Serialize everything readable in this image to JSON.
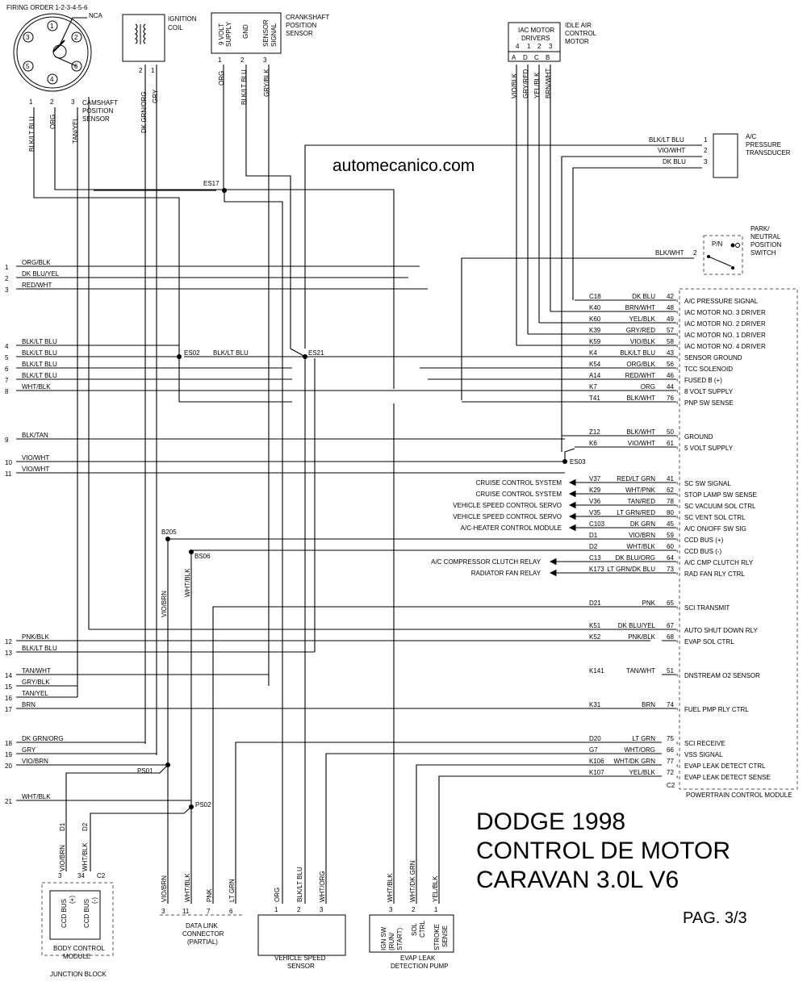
{
  "firing_order": "FIRING ORDER 1-2-3-4-5-6",
  "nca": "NCA",
  "cylinders": [
    "1",
    "2",
    "3",
    "4",
    "5",
    "6"
  ],
  "watermark": "automecanico.com",
  "title": [
    "DODGE 1998",
    "CONTROL DE MOTOR",
    "CARAVAN 3.0L V6"
  ],
  "page": "PAG. 3/3",
  "ignition_coil": {
    "label": [
      "IGNITION",
      "COIL"
    ],
    "pins": [
      "2",
      "1"
    ],
    "wires": [
      "DK GRN/ORG",
      "GRY"
    ]
  },
  "camshaft_sensor": {
    "label": [
      "CAMSHAFT",
      "POSITION",
      "SENSOR"
    ],
    "pins": [
      "1",
      "2",
      "3"
    ],
    "wires": [
      "BLK/LT BLU",
      "ORG",
      "TAN/YEL"
    ]
  },
  "crankshaft_sensor": {
    "label": [
      "CRANKSHAFT",
      "POSITION",
      "SENSOR"
    ],
    "pins": [
      "1",
      "2",
      "3"
    ],
    "headers": [
      [
        "9 VOLT",
        "SUPPLY"
      ],
      [
        "GND"
      ],
      [
        "SENSOR",
        "SIGNAL"
      ]
    ],
    "wires": [
      "ORG",
      "BLK/LT BLU",
      "GRY/BLK"
    ]
  },
  "iac_motor": {
    "label": [
      "IDLE AIR",
      "CONTROL",
      "MOTOR"
    ],
    "box": [
      "IAC MOTOR",
      "DRIVERS"
    ],
    "nums": [
      "4",
      "1",
      "2",
      "3"
    ],
    "letters": [
      "A",
      "D",
      "C",
      "B"
    ],
    "wires": [
      "VIO/BLK",
      "GRY/RED",
      "YEL/BLK",
      "BRN/WHT"
    ]
  },
  "ac_transducer": {
    "label": [
      "A/C",
      "PRESSURE",
      "TRANSDUCER"
    ],
    "wires": [
      {
        "c": "BLK/LT BLU",
        "p": "1"
      },
      {
        "c": "VIO/WHT",
        "p": "2"
      },
      {
        "c": "DK BLU",
        "p": "3"
      }
    ]
  },
  "pn_switch": {
    "label": [
      "PARK/",
      "NEUTRAL",
      "POSITION",
      "SWITCH"
    ],
    "pn": "P/N",
    "wire": "BLK/WHT",
    "pin": "2"
  },
  "splices": {
    "es17": "ES17",
    "es02": "ES02",
    "es21": "ES21",
    "es03": "ES03",
    "b205": "B205",
    "bs06": "BS06",
    "ps01": "PS01",
    "ps02": "PS02"
  },
  "es02_link": "BLK/LT BLU",
  "left_wires": [
    {
      "n": "1",
      "c": "ORG/BLK"
    },
    {
      "n": "2",
      "c": "DK BLU/YEL"
    },
    {
      "n": "3",
      "c": "RED/WHT"
    },
    {
      "n": "4",
      "c": "BLK/LT BLU"
    },
    {
      "n": "5",
      "c": "BLK/LT BLU"
    },
    {
      "n": "6",
      "c": "BLK/LT BLU"
    },
    {
      "n": "7",
      "c": "BLK/LT BLU"
    },
    {
      "n": "8",
      "c": "WHT/BLK"
    },
    {
      "n": "9",
      "c": "BLK/TAN"
    },
    {
      "n": "10",
      "c": "VIO/WHT"
    },
    {
      "n": "11",
      "c": "VIO/WHT"
    },
    {
      "n": "12",
      "c": "PNK/BLK"
    },
    {
      "n": "13",
      "c": "BLK/LT BLU"
    },
    {
      "n": "14",
      "c": "TAN/WHT"
    },
    {
      "n": "15",
      "c": "GRY/BLK"
    },
    {
      "n": "16",
      "c": "TAN/YEL"
    },
    {
      "n": "17",
      "c": "BRN"
    },
    {
      "n": "18",
      "c": "DK GRN/ORG"
    },
    {
      "n": "19",
      "c": "GRY"
    },
    {
      "n": "20",
      "c": "VIO/BRN"
    },
    {
      "n": "21",
      "c": "WHT/BLK"
    }
  ],
  "pcm": {
    "label": "POWERTRAIN CONTROL MODULE",
    "pins": [
      {
        "cav": "C18",
        "c": "DK BLU",
        "p": "42",
        "f": "A/C PRESSURE SIGNAL"
      },
      {
        "cav": "K40",
        "c": "BRN/WHT",
        "p": "48",
        "f": "IAC MOTOR NO. 3 DRIVER"
      },
      {
        "cav": "K60",
        "c": "YEL/BLK",
        "p": "49",
        "f": "IAC MOTOR NO. 2 DRIVER"
      },
      {
        "cav": "K39",
        "c": "GRY/RED",
        "p": "57",
        "f": "IAC MOTOR NO. 1 DRIVER"
      },
      {
        "cav": "K59",
        "c": "VIO/BLK",
        "p": "58",
        "f": "IAC MOTOR NO. 4 DRIVER"
      },
      {
        "cav": "K4",
        "c": "BLK/LT BLU",
        "p": "43",
        "f": "SENSOR GROUND"
      },
      {
        "cav": "K54",
        "c": "ORG/BLK",
        "p": "56",
        "f": "TCC SOLENOID"
      },
      {
        "cav": "A14",
        "c": "RED/WHT",
        "p": "46",
        "f": "FUSED B (+)"
      },
      {
        "cav": "K7",
        "c": "ORG",
        "p": "44",
        "f": "8 VOLT SUPPLY"
      },
      {
        "cav": "T41",
        "c": "BLK/WHT",
        "p": "76",
        "f": "PNP SW SENSE"
      },
      {
        "cav": "Z12",
        "c": "BLK/WHT",
        "p": "50",
        "f": "GROUND"
      },
      {
        "cav": "K6",
        "c": "VIO/WHT",
        "p": "61",
        "f": "5 VOLT SUPPLY"
      },
      {
        "cav": "V37",
        "c": "RED/LT GRN",
        "p": "41",
        "f": "SC SW SIGNAL"
      },
      {
        "cav": "K29",
        "c": "WHT/PNK",
        "p": "62",
        "f": "STOP LAMP SW SENSE"
      },
      {
        "cav": "V36",
        "c": "TAN/RED",
        "p": "78",
        "f": "SC VACUUM SOL CTRL"
      },
      {
        "cav": "V35",
        "c": "LT GRN/RED",
        "p": "80",
        "f": "SC VENT SOL CTRL"
      },
      {
        "cav": "C103",
        "c": "DK GRN",
        "p": "45",
        "f": "A/C ON/OFF SW SIG"
      },
      {
        "cav": "D1",
        "c": "VIO/BRN",
        "p": "59",
        "f": "CCD BUS (+)"
      },
      {
        "cav": "D2",
        "c": "WHT/BLK",
        "p": "60",
        "f": "CCD BUS (-)"
      },
      {
        "cav": "C13",
        "c": "DK BLU/ORG",
        "p": "64",
        "f": "A/C CMP CLUTCH RLY"
      },
      {
        "cav": "K173",
        "c": "LT GRN/DK BLU",
        "p": "73",
        "f": "RAD FAN RLY CTRL"
      },
      {
        "cav": "D21",
        "c": "PNK",
        "p": "65",
        "f": "SCI TRANSMIT"
      },
      {
        "cav": "K51",
        "c": "DK BLU/YEL",
        "p": "67",
        "f": "AUTO SHUT DOWN RLY"
      },
      {
        "cav": "K52",
        "c": "PNK/BLK",
        "p": "68",
        "f": "EVAP SOL CTRL"
      },
      {
        "cav": "K141",
        "c": "TAN/WHT",
        "p": "51",
        "f": "DNSTREAM O2 SENSOR"
      },
      {
        "cav": "K31",
        "c": "BRN",
        "p": "74",
        "f": "FUEL PMP RLY CTRL"
      },
      {
        "cav": "D20",
        "c": "LT GRN",
        "p": "75",
        "f": "SCI RECEIVE"
      },
      {
        "cav": "G7",
        "c": "WHT/ORG",
        "p": "66",
        "f": "VSS SIGNAL"
      },
      {
        "cav": "K106",
        "c": "WHT/DK GRN",
        "p": "77",
        "f": "EVAP LEAK DETECT CTRL"
      },
      {
        "cav": "K107",
        "c": "YEL/BLK",
        "p": "72",
        "f": "EVAP LEAK DETECT SENSE"
      }
    ],
    "c2": "C2"
  },
  "arrow_targets": [
    "CRUISE CONTROL SYSTEM",
    "CRUISE CONTROL SYSTEM",
    "VEHICLE SPEED CONTROL SERVO",
    "VEHICLE SPEED CONTROL SERVO",
    "A/C-HEATER CONTROL MODULE",
    "A/C COMPRESSOR CLUTCH RELAY",
    "RADIATOR FAN RELAY"
  ],
  "bcm": {
    "label": [
      "BODY CONTROL",
      "MODULE"
    ],
    "block": "JUNCTION BLOCK",
    "pins": [
      "3",
      "34",
      "C2"
    ],
    "inside": [
      "CCD BUS",
      "(+)",
      "CCD BUS",
      "(-)"
    ],
    "wires": [
      "VIO/BRN",
      "WHT/BLK"
    ],
    "d": [
      "D1",
      "D2"
    ]
  },
  "dlc": {
    "label": [
      "DATA LINK",
      "CONNECTOR",
      "(PARTIAL)"
    ],
    "pins": [
      "3",
      "11",
      "7",
      "6"
    ],
    "wires": [
      "VIO/BRN",
      "WHT/BLK",
      "PNK",
      "LT GRN"
    ]
  },
  "vss": {
    "label": [
      "VEHICLE SPEED",
      "SENSOR"
    ],
    "pins": [
      "1",
      "2",
      "3"
    ],
    "wires": [
      "ORG",
      "BLK/LT BLU",
      "WHT/ORG"
    ]
  },
  "evap": {
    "label": [
      "EVAP LEAK",
      "DETECTION PUMP"
    ],
    "pins": [
      "3",
      "2",
      "1"
    ],
    "wires": [
      "WHT/BLK",
      "WHT/DK GRN",
      "YEL/BLK"
    ],
    "inside": [
      [
        "IGN SW",
        "(RUN/",
        "START)"
      ],
      [
        "SOL",
        "CTRL"
      ],
      [
        "STROKE",
        "SENSE"
      ]
    ]
  }
}
